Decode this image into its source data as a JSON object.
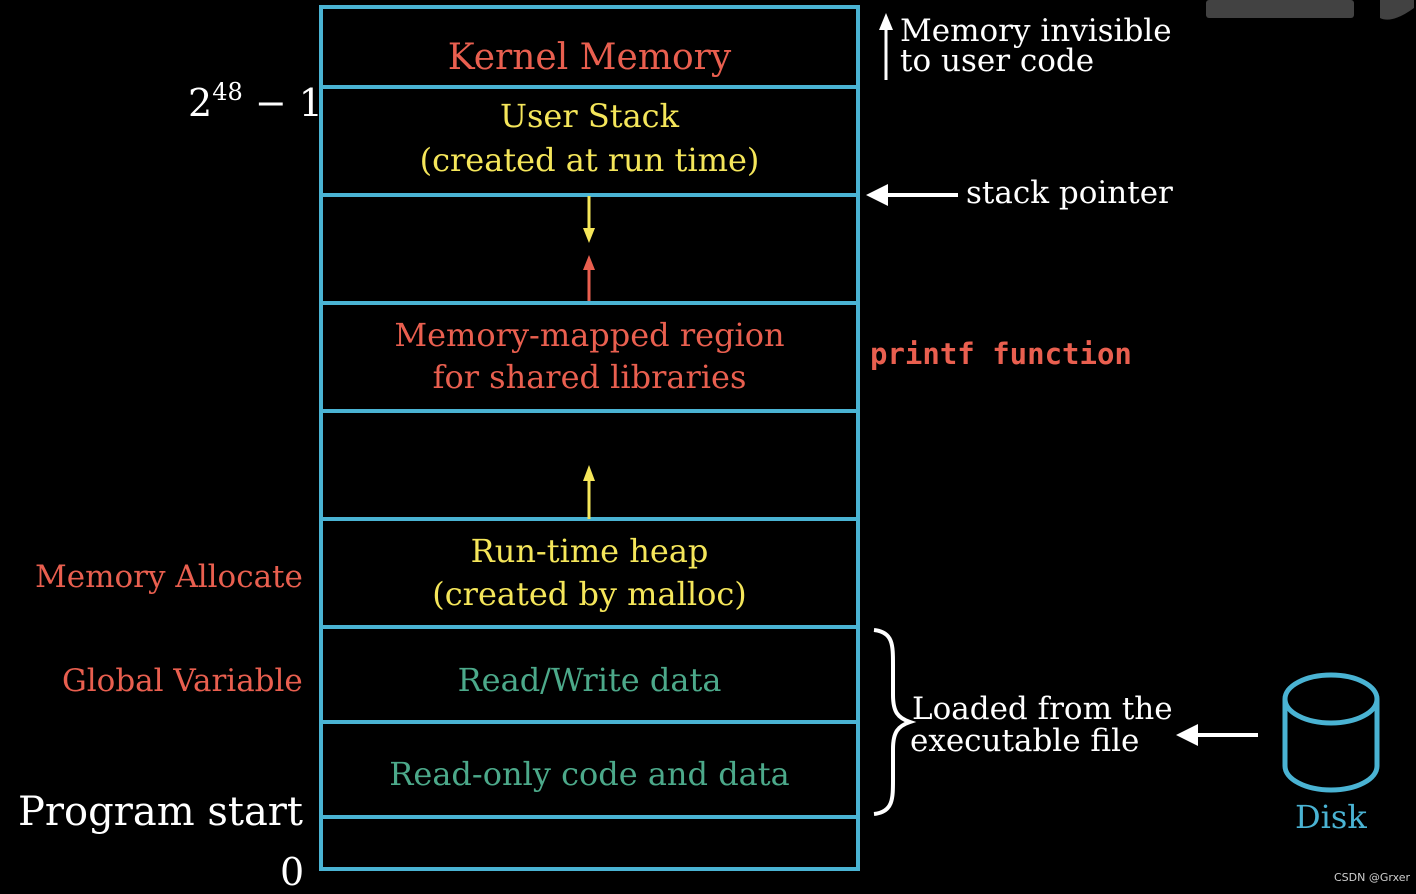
{
  "segments": {
    "kernel": "Kernel Memory",
    "user_stack_line1": "User Stack",
    "user_stack_line2": "(created at run time)",
    "mmap_line1": "Memory-mapped region",
    "mmap_line2": "for shared libraries",
    "heap_line1": "Run-time heap",
    "heap_line2": "(created by malloc)",
    "rw_data": "Read/Write data",
    "ro_data": "Read-only code and data"
  },
  "addresses": {
    "top_base": "2",
    "top_exp": "48",
    "top_minus": " − 1",
    "bottom": "0"
  },
  "left_labels": {
    "memory_allocate": "Memory Allocate",
    "global_variable": "Global Variable",
    "program_start": "Program start"
  },
  "right_labels": {
    "kernel_note_line1": "Memory invisible",
    "kernel_note_line2": "to user code",
    "stack_pointer": "stack pointer",
    "printf": "printf function",
    "loaded_line1": "Loaded from the",
    "loaded_line2": "executable file",
    "disk": "Disk"
  },
  "watermark": {
    "corner_text": "CSDN @Grxer"
  },
  "colors": {
    "border": "#4ab3d3",
    "red": "#e95f4f",
    "yellow": "#f5e65a",
    "teal": "#4ca98a",
    "white": "#ffffff"
  },
  "icons": {
    "disk": "disk-cylinder-icon",
    "stack_pointer_arrow": "arrow-left-icon",
    "disk_arrow": "arrow-left-icon",
    "kernel_arrow": "arrow-up-icon",
    "stack_growth": "arrow-down-icon",
    "mmap_growth": "arrow-up-icon",
    "heap_growth": "arrow-up-icon",
    "brace": "curly-brace-icon"
  }
}
